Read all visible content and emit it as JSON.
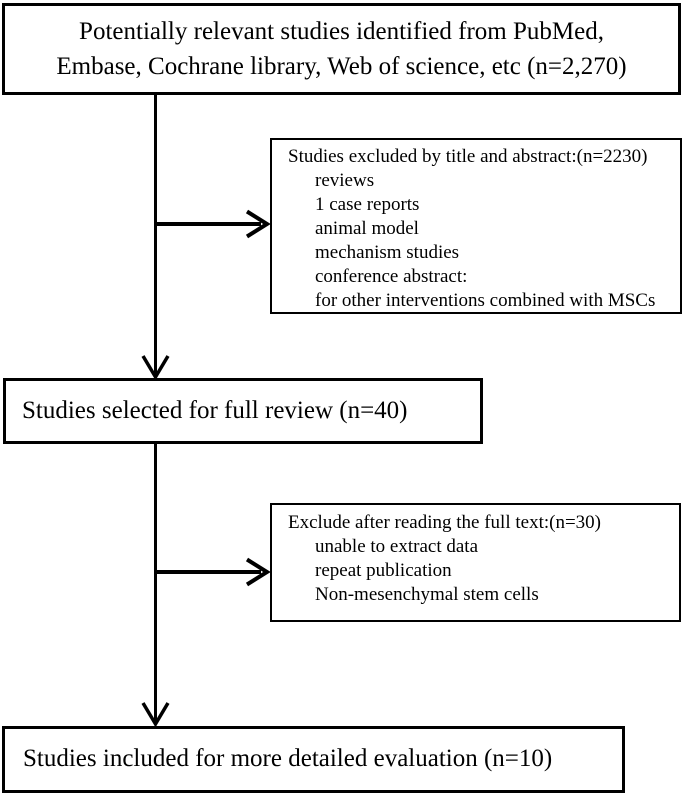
{
  "figure": {
    "type": "study-selection-flow-diagram",
    "colors": {
      "background": "#ffffff",
      "border": "#000000",
      "text": "#000000",
      "arrow": "#000000"
    },
    "nodes": {
      "identified": {
        "lines": [
          "Potentially relevant studies identified from PubMed,",
          "Embase, Cochrane library, Web of science, etc (n=2,270)"
        ]
      },
      "excluded_title_abstract": {
        "title": "Studies excluded by title and abstract:(n=2230)",
        "items": [
          "reviews",
          "1 case reports",
          "animal model",
          "mechanism studies",
          "conference abstract:",
          "for other interventions combined with MSCs"
        ]
      },
      "full_review": {
        "text": "Studies selected for full review (n=40)"
      },
      "excluded_full_text": {
        "title": "Exclude after reading the full text:(n=30)",
        "items": [
          "unable to extract data",
          "repeat publication",
          "Non-mesenchymal stem cells"
        ]
      },
      "included": {
        "text": "Studies included for more detailed evaluation (n=10)"
      }
    }
  }
}
